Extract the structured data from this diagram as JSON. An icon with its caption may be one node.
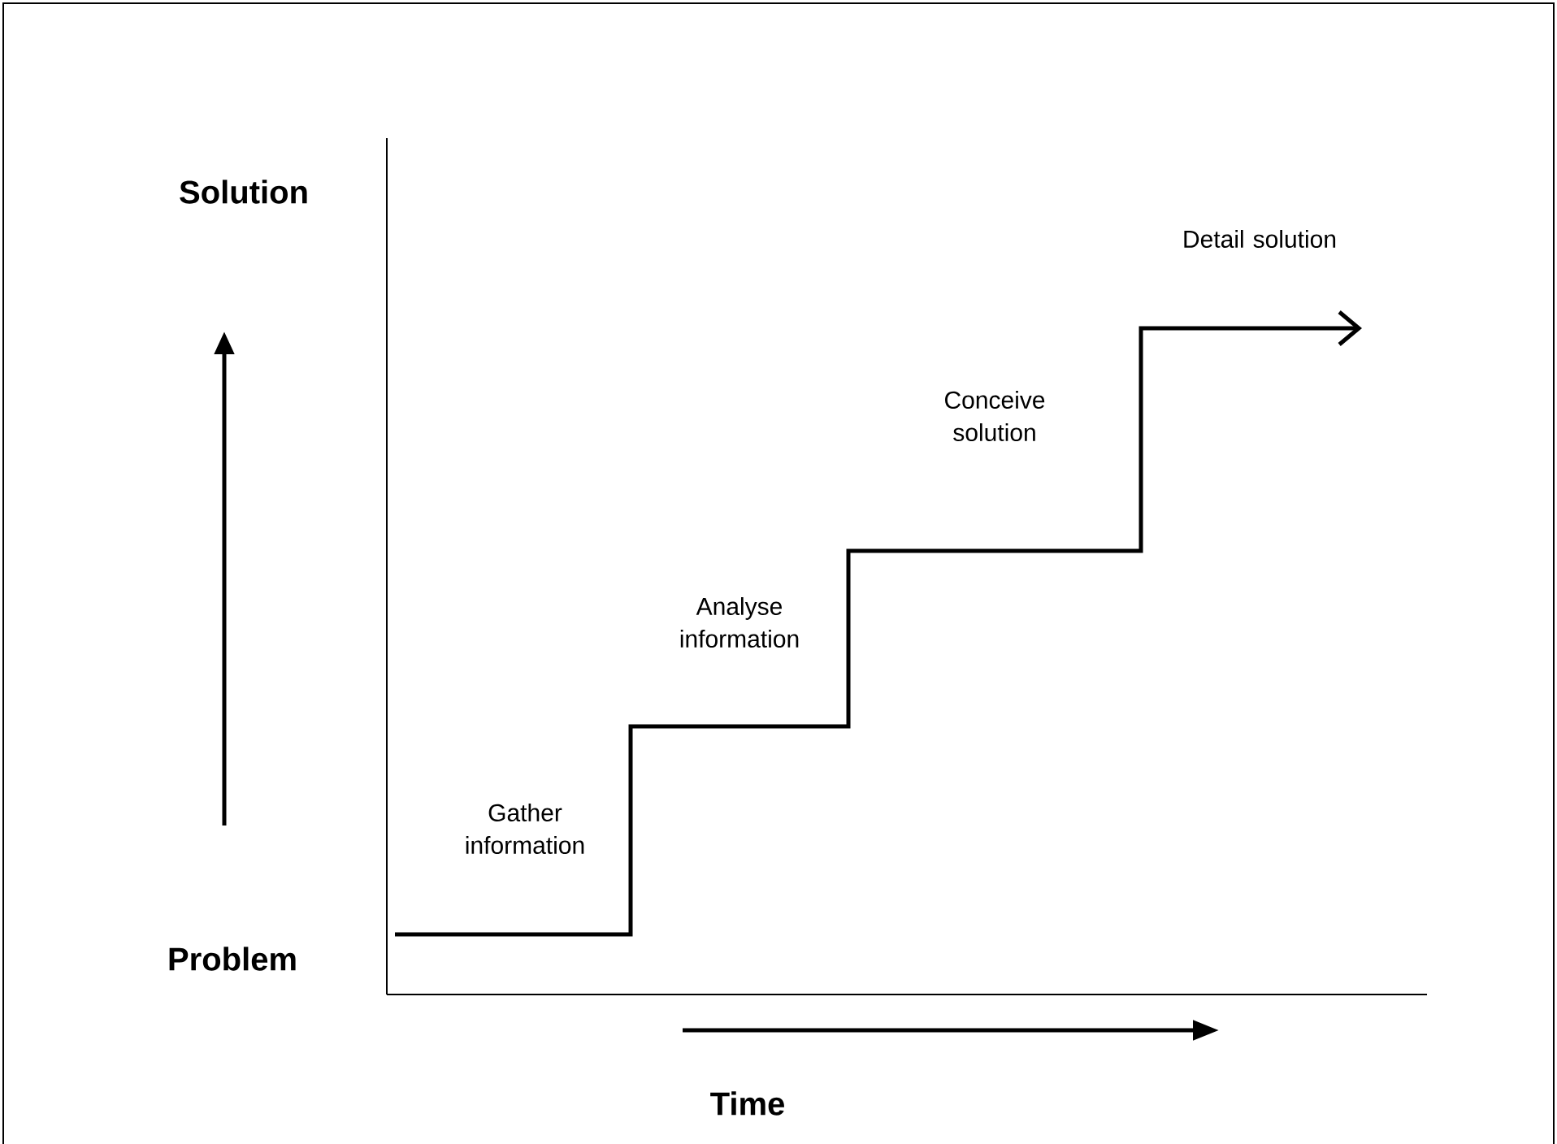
{
  "diagram": {
    "labels": [
      "Solution",
      "Problem",
      "Gather information",
      "Analyse information",
      "Conceive solution",
      "Detail solution",
      "Time"
    ]
  }
}
